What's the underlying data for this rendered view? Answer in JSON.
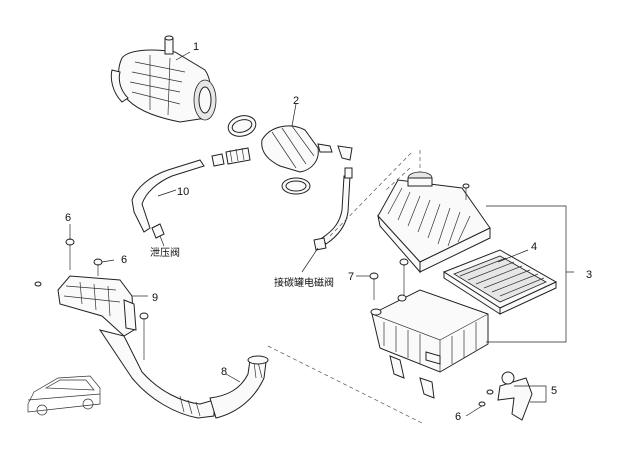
{
  "callouts": {
    "c1": "1",
    "c2": "2",
    "c3": "3",
    "c4": "4",
    "c5": "5",
    "c6a": "6",
    "c6b": "6",
    "c6c": "6",
    "c7": "7",
    "c8": "8",
    "c9": "9",
    "c10": "10"
  },
  "labels": {
    "relief_valve": "泄压阀",
    "canister_solenoid": "接碳罐电磁阀"
  }
}
